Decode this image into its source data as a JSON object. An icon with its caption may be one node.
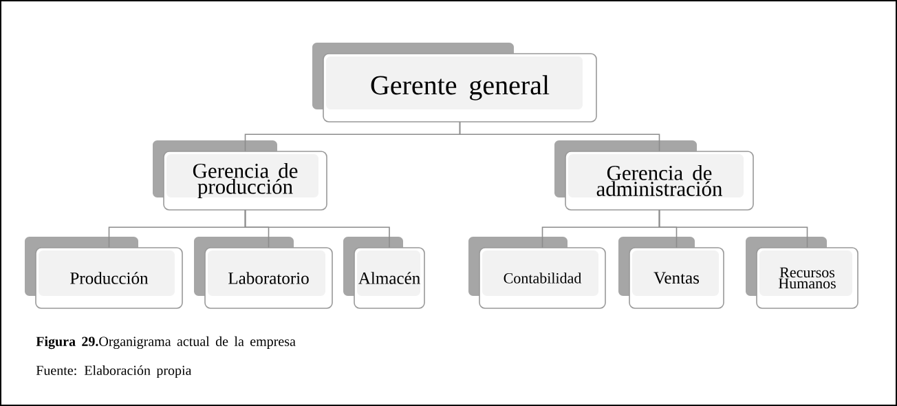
{
  "diagram": {
    "caption": "**Figura  29.**Organigrama actual de la empresa",
    "nodes": [
      {
        "text": [
          "Gerente general"
        ]
      },
      {
        "text": [
          "Gerencia de producción"
        ]
      },
      {
        "text": [
          "Gerencia de administración"
        ]
      },
      {
        "text": [
          "Producción"
        ]
      },
      {
        "text": [
          "Laboratorio"
        ]
      },
      {
        "text": [
          "Almacén"
        ]
      },
      {
        "text": [
          "Contabilidad"
        ]
      },
      {
        "text": [
          "Ventas"
        ]
      },
      {
        "text": [
          "Recursos Humanos"
        ]
      }
    ],
    "edges": [
      {
        "from": 0,
        "to": 1,
        "arrow": "none"
      },
      {
        "from": 0,
        "to": 2,
        "arrow": "none"
      },
      {
        "from": 1,
        "to": 3,
        "arrow": "none"
      },
      {
        "from": 1,
        "to": 4,
        "arrow": "none"
      },
      {
        "from": 1,
        "to": 5,
        "arrow": "none"
      },
      {
        "from": 2,
        "to": 6,
        "arrow": "none"
      },
      {
        "from": 2,
        "to": 7,
        "arrow": "none"
      },
      {
        "from": 2,
        "to": 8,
        "arrow": "none"
      }
    ],
    "labels": [
      "Fuente: Elaboración propia"
    ]
  }
}
